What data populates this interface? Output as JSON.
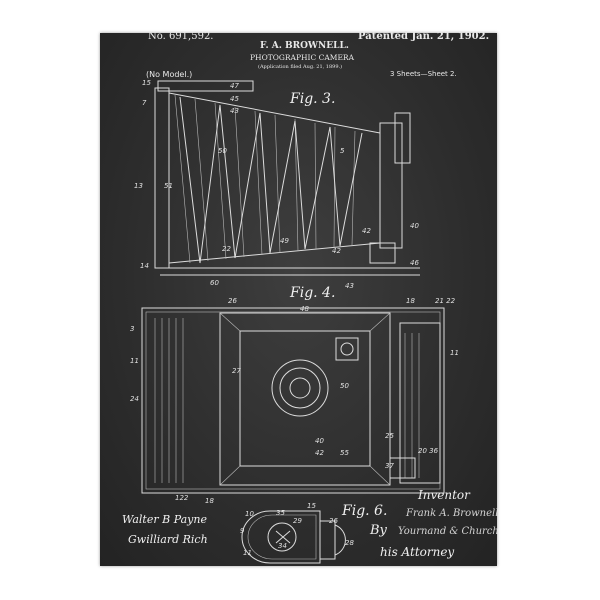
{
  "header": {
    "patent_number": "No. 691,592.",
    "patent_date": "Patented Jan. 21, 1902.",
    "inventor_name": "F. A. BROWNELL.",
    "title": "PHOTOGRAPHIC CAMERA",
    "application": "(Application filed Aug. 21, 1899.)",
    "model": "(No Model.)",
    "sheets": "3 Sheets—Sheet 2."
  },
  "figures": {
    "fig3": "Fig. 3.",
    "fig4": "Fig. 4.",
    "fig6": "Fig. 6."
  },
  "footer": {
    "inventor_label": "Inventor",
    "by_label": "By",
    "attorney_label": "his Attorney",
    "witness_1": "Walter B Payne",
    "witness_2": "Gwilliard Rich",
    "inventor_signature": "Frank A. Brownell",
    "attorney_signature": "Yournand & Church"
  },
  "colors": {
    "board": "#2d2d2d",
    "ink": "#e8e8e8"
  }
}
